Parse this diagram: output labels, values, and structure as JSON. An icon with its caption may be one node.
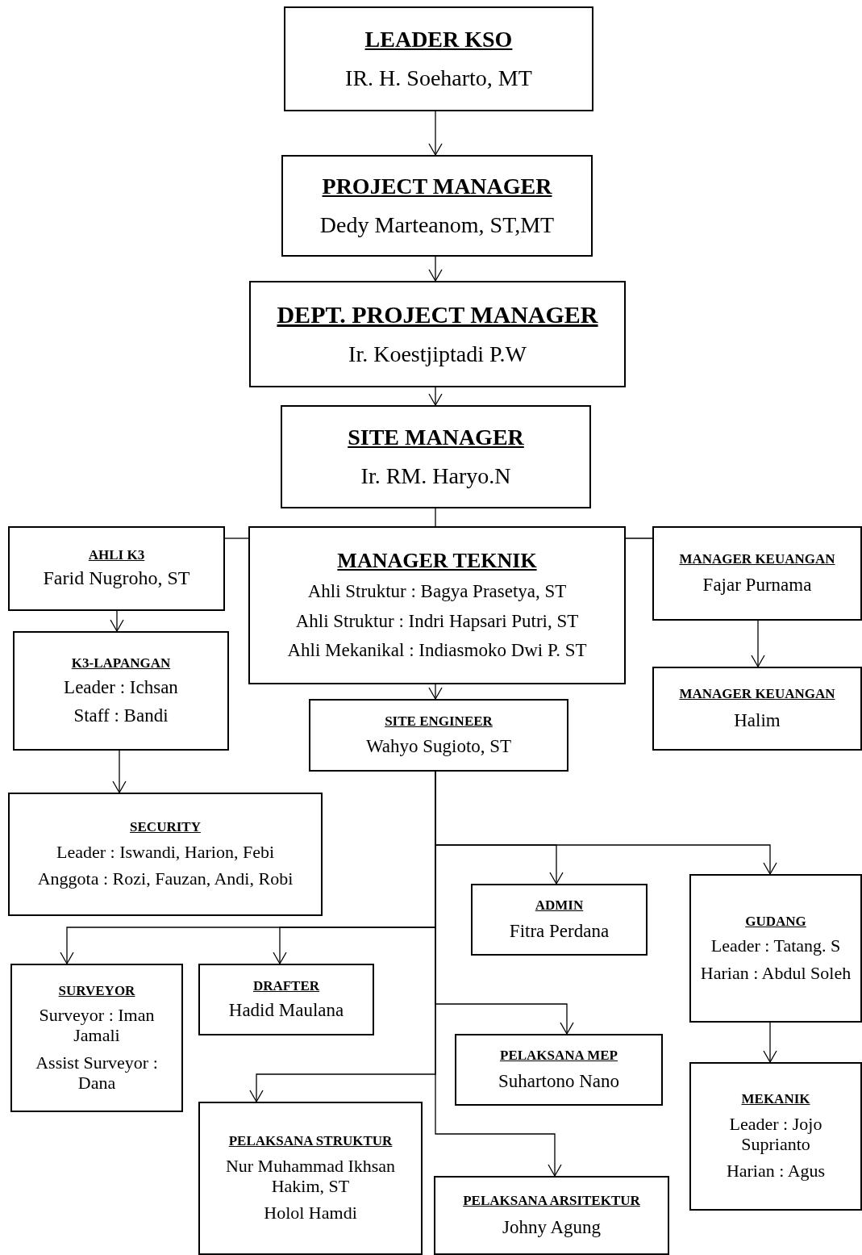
{
  "diagram": {
    "nodes": [
      {
        "text": [
          "LEADER KSO",
          "IR. H. Soeharto, MT"
        ]
      },
      {
        "text": [
          "PROJECT MANAGER",
          "Dedy Marteanom, ST,MT"
        ]
      },
      {
        "text": [
          "DEPT. PROJECT MANAGER",
          "Ir. Koestjiptadi P.W"
        ]
      },
      {
        "text": [
          "SITE MANAGER",
          "Ir. RM. Haryo.N"
        ]
      },
      {
        "text": [
          "AHLI K3",
          "Farid Nugroho, ST"
        ]
      },
      {
        "text": [
          "MANAGER TEKNIK",
          "Ahli Struktur : Bagya Prasetya, ST",
          "Ahli Struktur : Indri Hapsari Putri, ST",
          "Ahli Mekanikal : Indiasmoko Dwi P. ST"
        ]
      },
      {
        "text": [
          "MANAGER KEUANGAN",
          "Fajar Purnama"
        ]
      },
      {
        "text": [
          "K3-LAPANGAN",
          "Leader : Ichsan",
          "Staff : Bandi"
        ]
      },
      {
        "text": [
          "MANAGER KEUANGAN",
          "Halim"
        ]
      },
      {
        "text": [
          "SITE ENGINEER",
          "Wahyo Sugioto, ST"
        ]
      },
      {
        "text": [
          "SECURITY",
          "Leader : Iswandi, Harion, Febi",
          "Anggota : Rozi, Fauzan, Andi, Robi"
        ]
      },
      {
        "text": [
          "ADMIN",
          "Fitra Perdana"
        ]
      },
      {
        "text": [
          "GUDANG",
          "Leader : Tatang. S",
          "Harian : Abdul Soleh"
        ]
      },
      {
        "text": [
          "SURVEYOR",
          "Surveyor : Iman Jamali",
          "Assist Surveyor : Dana"
        ]
      },
      {
        "text": [
          "DRAFTER",
          "Hadid Maulana"
        ]
      },
      {
        "text": [
          "PELAKSANA MEP",
          "Suhartono Nano"
        ]
      },
      {
        "text": [
          "MEKANIK",
          "Leader : Jojo Suprianto",
          "Harian : Agus"
        ]
      },
      {
        "text": [
          "PELAKSANA STRUKTUR",
          "Nur Muhammad Ikhsan Hakim, ST",
          "Holol Hamdi"
        ]
      },
      {
        "text": [
          "PELAKSANA ARSITEKTUR",
          "Johny Agung"
        ]
      }
    ],
    "edges": [
      {
        "from": 0,
        "to": 1,
        "arrow": "to"
      },
      {
        "from": 1,
        "to": 2,
        "arrow": "to"
      },
      {
        "from": 2,
        "to": 3,
        "arrow": "to"
      },
      {
        "from": 3,
        "to": 5,
        "arrow": "none"
      },
      {
        "from": 5,
        "to": 4,
        "arrow": "none"
      },
      {
        "from": 5,
        "to": 6,
        "arrow": "none"
      },
      {
        "from": 4,
        "to": 7,
        "arrow": "to"
      },
      {
        "from": 5,
        "to": 9,
        "arrow": "to"
      },
      {
        "from": 6,
        "to": 8,
        "arrow": "to"
      },
      {
        "from": 7,
        "to": 10,
        "arrow": "to"
      },
      {
        "from": 9,
        "to": 11,
        "arrow": "to"
      },
      {
        "from": 9,
        "to": 12,
        "arrow": "to"
      },
      {
        "from": 9,
        "to": 13,
        "arrow": "to"
      },
      {
        "from": 9,
        "to": 14,
        "arrow": "to"
      },
      {
        "from": 9,
        "to": 15,
        "arrow": "to"
      },
      {
        "from": 9,
        "to": 17,
        "arrow": "to"
      },
      {
        "from": 9,
        "to": 18,
        "arrow": "to"
      },
      {
        "from": 12,
        "to": 16,
        "arrow": "to"
      }
    ]
  }
}
